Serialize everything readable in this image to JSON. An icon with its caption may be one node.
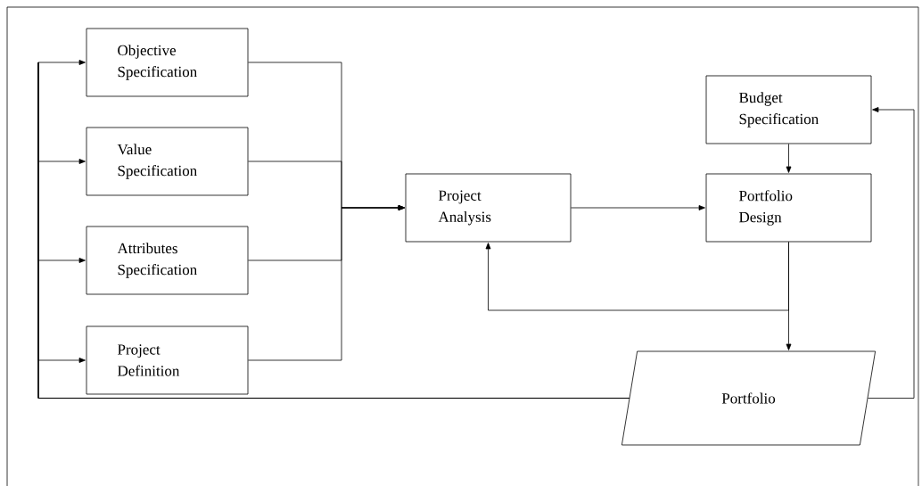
{
  "diagram": {
    "nodes": [
      {
        "text": [
          "Objective Specification"
        ]
      },
      {
        "text": [
          "Value Specification"
        ]
      },
      {
        "text": [
          "Attributes Specification"
        ]
      },
      {
        "text": [
          "Project Definition"
        ]
      },
      {
        "text": [
          "Project Analysis"
        ]
      },
      {
        "text": [
          "Budget Specification"
        ]
      },
      {
        "text": [
          "Portfolio Design"
        ]
      },
      {
        "text": [
          "Portfolio"
        ]
      }
    ],
    "edges": [
      {
        "from": 0,
        "to": 4,
        "arrow": "to"
      },
      {
        "from": 1,
        "to": 4,
        "arrow": "to"
      },
      {
        "from": 2,
        "to": 4,
        "arrow": "to"
      },
      {
        "from": 3,
        "to": 4,
        "arrow": "to"
      },
      {
        "from": 4,
        "to": 6,
        "arrow": "to"
      },
      {
        "from": 5,
        "to": 6,
        "arrow": "to"
      },
      {
        "from": 6,
        "to": 7,
        "arrow": "to"
      },
      {
        "from": 6,
        "to": 4,
        "arrow": "to"
      },
      {
        "from": 7,
        "to": 5,
        "arrow": "to"
      },
      {
        "from": 7,
        "to": 0,
        "arrow": "to"
      },
      {
        "from": 7,
        "to": 1,
        "arrow": "to"
      },
      {
        "from": 7,
        "to": 2,
        "arrow": "to"
      },
      {
        "from": 7,
        "to": 3,
        "arrow": "to"
      }
    ]
  }
}
